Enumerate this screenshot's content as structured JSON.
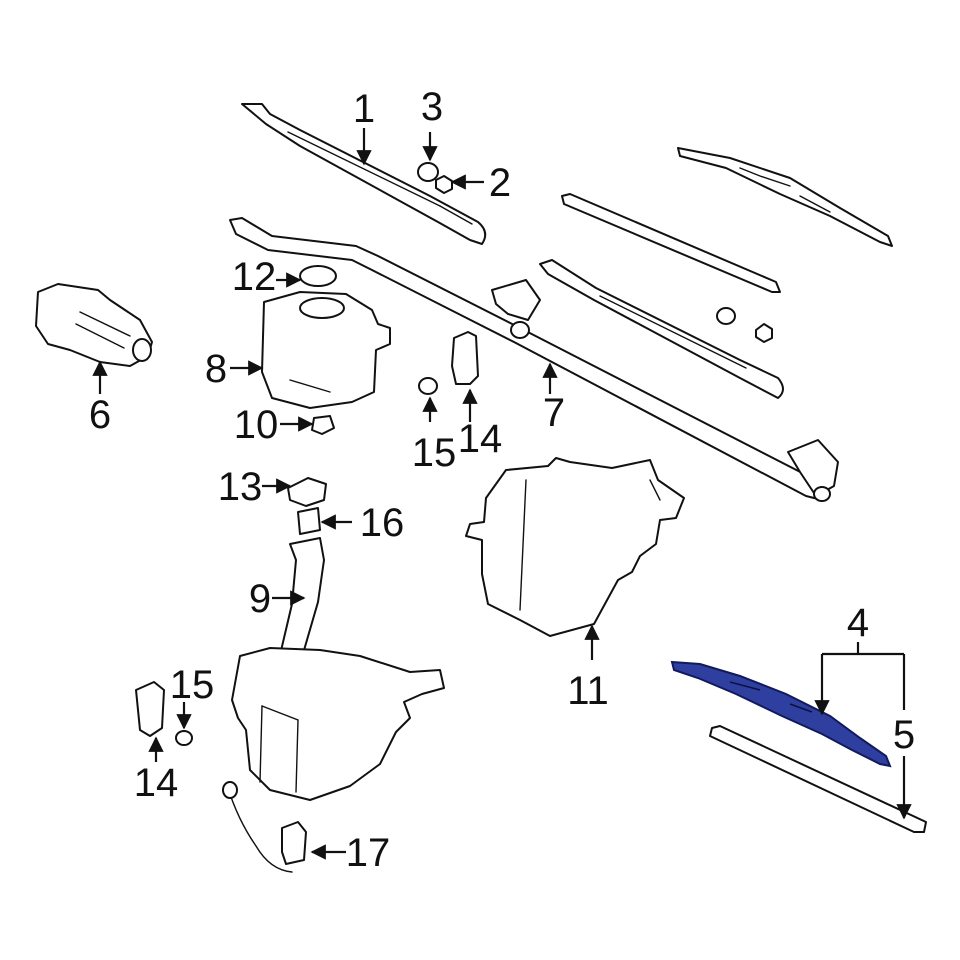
{
  "diagram": {
    "highlight_color": "#2f3fa0",
    "line_color": "#111111",
    "background": "#ffffff"
  },
  "callouts": {
    "n1": "1",
    "n2": "2",
    "n3": "3",
    "n4": "4",
    "n5": "5",
    "n6": "6",
    "n7": "7",
    "n8": "8",
    "n9": "9",
    "n10": "10",
    "n11": "11",
    "n12": "12",
    "n13": "13",
    "n14a": "14",
    "n14b": "14",
    "n15a": "15",
    "n15b": "15",
    "n16": "16",
    "n17": "17"
  }
}
